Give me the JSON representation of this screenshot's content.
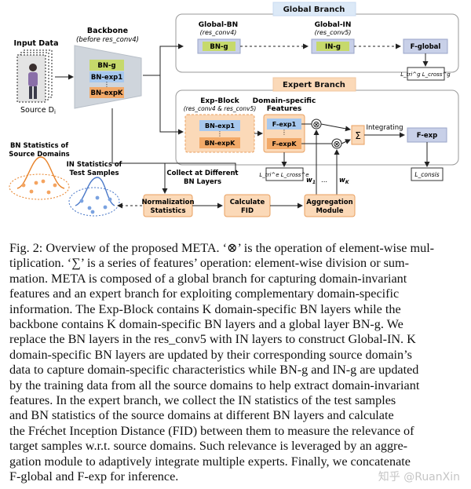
{
  "figure": {
    "global_branch": "Global Branch",
    "expert_branch": "Expert Branch",
    "input_title": "Input Data",
    "source_label": "Source D",
    "source_sub": "i",
    "backbone_title": "Backbone",
    "backbone_sub": "(before res_conv4)",
    "bn_g": "BN-g",
    "bn_exp1": "BN-exp1",
    "bn_expk": "BN-expK",
    "global_bn_title": "Global-BN",
    "global_bn_sub": "(res_conv4)",
    "global_in_title": "Global-IN",
    "global_in_sub": "(res_conv5)",
    "in_g": "IN-g",
    "f_global": "F-global",
    "loss_global": "L_tri^g  L_cross^g",
    "exp_block_title": "Exp-Block",
    "exp_block_sub": "(res_conv4 & res_conv5)",
    "dsf_title1": "Domain-specific",
    "dsf_title2": "Features",
    "f_exp1": "F-exp1",
    "f_expk": "F-expK",
    "loss_expert": "L_tri^e  L_cross^e",
    "integrating": "Integrating",
    "f_exp": "F-exp",
    "loss_consis": "L_consis",
    "sum_symbol": "Σ",
    "times_symbol": "⊗",
    "w1": "w",
    "w1_sub": "1",
    "wk": "w",
    "wk_sub": "K",
    "dots": "...",
    "bn_stats1": "BN Statistics of",
    "bn_stats2": "Source Domains",
    "in_stats1": "IN Statistics of",
    "in_stats2": "Test Samples",
    "collect1": "Collect at Different",
    "collect2": "BN Layers",
    "norm1": "Normalization",
    "norm2": "Statistics",
    "calc1": "Calculate",
    "calc2": "FID",
    "agg1": "Aggregation",
    "agg2": "Module"
  },
  "caption": {
    "lines": [
      "Fig. 2: Overview of the proposed META. ‘⊗’ is the operation of element-wise mul-",
      "tiplication. ‘∑’ is a series of features’ operation: element-wise division or sum-",
      "mation. META is composed of a global branch for capturing domain-invariant",
      "features and an expert branch for exploiting complementary domain-specific",
      "information. The Exp-Block contains K domain-specific BN layers while the",
      "backbone contains K domain-specific BN layers and a global layer BN-g. We",
      "replace the BN layers in the res_conv5 with IN layers to construct Global-IN. K",
      "domain-specific BN layers are updated by their corresponding source domain’s",
      "data to capture domain-specific characteristics while BN-g and IN-g are updated",
      "by the training data from all the source domains to help extract domain-invariant",
      "features. In the expert branch, we collect the IN statistics of the test samples",
      "and BN statistics of the source domains at different BN layers and calculate",
      "the Fréchet Inception Distance (FID) between them to measure the relevance of",
      "target samples w.r.t. source domains. Such relevance is leveraged by an aggre-",
      "gation module to adaptively integrate multiple experts. Finally, we concatenate",
      "F-global and F-exp for inference."
    ]
  },
  "watermark": "知乎 @RuanXin"
}
